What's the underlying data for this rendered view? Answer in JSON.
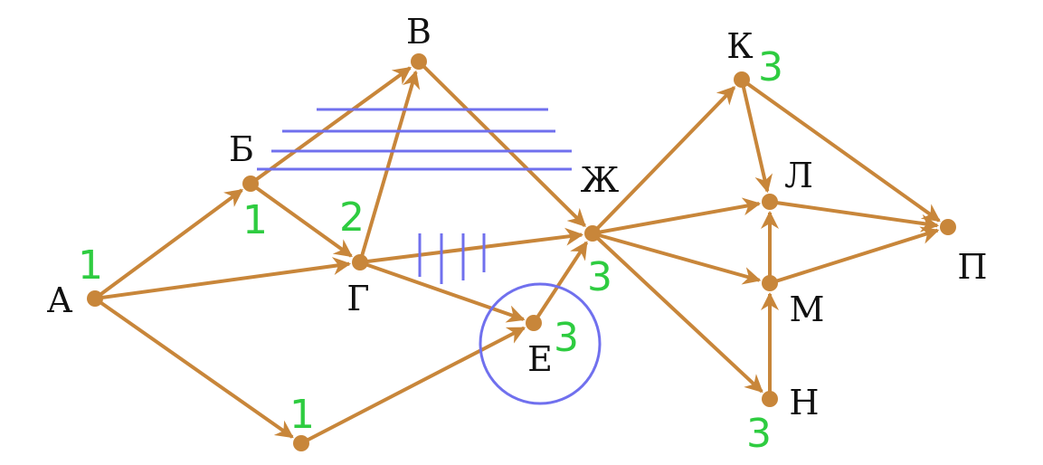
{
  "colors": {
    "edge": "#c8863a",
    "node": "#c8863a",
    "label": "#111111",
    "count": "#2ecc40",
    "mark": "#7070ee"
  },
  "nodes": {
    "A": {
      "label": "А",
      "count": "1"
    },
    "B": {
      "label": "Б",
      "count": "1"
    },
    "V": {
      "label": "В",
      "count": ""
    },
    "G": {
      "label": "Г",
      "count": "2"
    },
    "D": {
      "label": "",
      "count": "1"
    },
    "E": {
      "label": "Е",
      "count": "3"
    },
    "ZH": {
      "label": "Ж",
      "count": "3"
    },
    "K": {
      "label": "К",
      "count": "3"
    },
    "L": {
      "label": "Л",
      "count": ""
    },
    "M": {
      "label": "М",
      "count": ""
    },
    "N": {
      "label": "Н",
      "count": "3"
    },
    "P": {
      "label": "П",
      "count": ""
    }
  },
  "edges": [
    [
      "A",
      "B"
    ],
    [
      "A",
      "G"
    ],
    [
      "A",
      "D"
    ],
    [
      "B",
      "V"
    ],
    [
      "B",
      "G"
    ],
    [
      "G",
      "V"
    ],
    [
      "G",
      "ZH"
    ],
    [
      "G",
      "E"
    ],
    [
      "D",
      "E"
    ],
    [
      "V",
      "ZH"
    ],
    [
      "E",
      "ZH"
    ],
    [
      "ZH",
      "K"
    ],
    [
      "ZH",
      "L"
    ],
    [
      "ZH",
      "M"
    ],
    [
      "ZH",
      "N"
    ],
    [
      "K",
      "L"
    ],
    [
      "K",
      "P"
    ],
    [
      "L",
      "P"
    ],
    [
      "M",
      "L"
    ],
    [
      "M",
      "P"
    ],
    [
      "N",
      "M"
    ]
  ],
  "highlighted_node": "E",
  "crossed_edges": [
    {
      "edge": [
        "V",
        "ZH"
      ],
      "marks": 4
    },
    {
      "edge": [
        "G",
        "ZH"
      ],
      "marks": 4
    }
  ]
}
